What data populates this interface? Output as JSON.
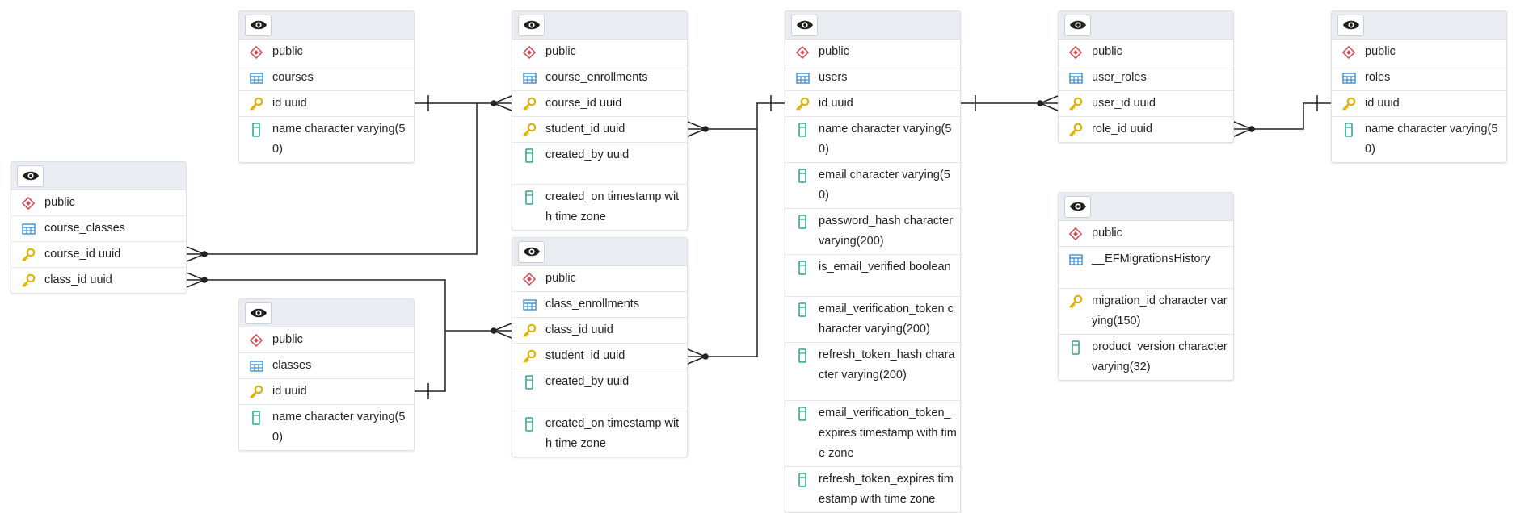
{
  "colors": {
    "header_bg": "#e9edf2",
    "schema_icon": "#d2484d",
    "table_icon": "#3b8fd6",
    "key_icon": "#e0b100",
    "column_icon": "#2aa38a",
    "line": "#222222"
  },
  "icons": {
    "eye": "eye-icon",
    "schema": "schema-diamond-icon",
    "table": "table-grid-icon",
    "key": "primary-key-icon",
    "column": "column-icon"
  },
  "tables": [
    {
      "id": "courses",
      "schema": "public",
      "name": "courses",
      "columns": [
        {
          "kind": "key",
          "label": "id uuid"
        },
        {
          "kind": "col",
          "label": "name character varying(50)"
        }
      ]
    },
    {
      "id": "course_enrollments",
      "schema": "public",
      "name": "course_enrollments",
      "columns": [
        {
          "kind": "key",
          "label": "course_id uuid"
        },
        {
          "kind": "key",
          "label": "student_id uuid"
        },
        {
          "kind": "col",
          "label": "created_by uuid"
        },
        {
          "kind": "col",
          "label": "created_on timestamp with time zone"
        }
      ]
    },
    {
      "id": "users",
      "schema": "public",
      "name": "users",
      "columns": [
        {
          "kind": "key",
          "label": "id uuid"
        },
        {
          "kind": "col",
          "label": "name character varying(50)"
        },
        {
          "kind": "col",
          "label": "email character varying(50)"
        },
        {
          "kind": "col",
          "label": "password_hash character varying(200)"
        },
        {
          "kind": "col",
          "label": "is_email_verified boolean"
        },
        {
          "kind": "col",
          "label": "email_verification_token character varying(200)"
        },
        {
          "kind": "col",
          "label": "refresh_token_hash character varying(200)"
        },
        {
          "kind": "col",
          "label": "email_verification_token_expires timestamp with time zone"
        },
        {
          "kind": "col",
          "label": "refresh_token_expires timestamp with time zone"
        }
      ]
    },
    {
      "id": "user_roles",
      "schema": "public",
      "name": "user_roles",
      "columns": [
        {
          "kind": "key",
          "label": "user_id uuid"
        },
        {
          "kind": "key",
          "label": "role_id uuid"
        }
      ]
    },
    {
      "id": "roles",
      "schema": "public",
      "name": "roles",
      "columns": [
        {
          "kind": "key",
          "label": "id uuid"
        },
        {
          "kind": "col",
          "label": "name character varying(50)"
        }
      ]
    },
    {
      "id": "course_classes",
      "schema": "public",
      "name": "course_classes",
      "columns": [
        {
          "kind": "key",
          "label": "course_id uuid"
        },
        {
          "kind": "key",
          "label": "class_id uuid"
        }
      ]
    },
    {
      "id": "classes",
      "schema": "public",
      "name": "classes",
      "columns": [
        {
          "kind": "key",
          "label": "id uuid"
        },
        {
          "kind": "col",
          "label": "name character varying(50)"
        }
      ]
    },
    {
      "id": "class_enrollments",
      "schema": "public",
      "name": "class_enrollments",
      "columns": [
        {
          "kind": "key",
          "label": "class_id uuid"
        },
        {
          "kind": "key",
          "label": "student_id uuid"
        },
        {
          "kind": "col",
          "label": "created_by uuid"
        },
        {
          "kind": "col",
          "label": "created_on timestamp with time zone"
        }
      ]
    },
    {
      "id": "ef_history",
      "schema": "public",
      "name": "__EFMigrationsHistory",
      "columns": [
        {
          "kind": "key",
          "label": "migration_id character varying(150)"
        },
        {
          "kind": "col",
          "label": "product_version character varying(32)"
        }
      ]
    }
  ]
}
